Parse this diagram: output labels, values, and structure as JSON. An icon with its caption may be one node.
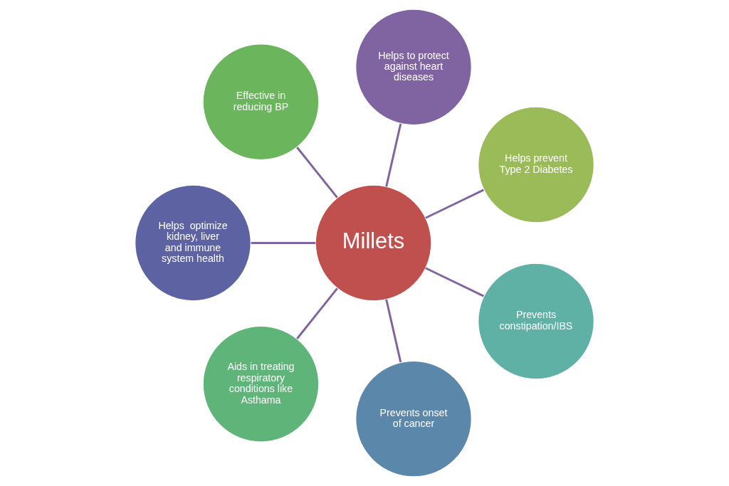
{
  "diagram": {
    "nodes": [
      {
        "text": [
          "Helps prevent Type 2 Diabetes"
        ]
      },
      {
        "text": [
          "Helps to protect against heart diseases"
        ]
      },
      {
        "text": [
          "Effective in reducing BP"
        ]
      },
      {
        "text": [
          "Millets"
        ]
      },
      {
        "text": [
          "Helps  optimize kidney, liver and immune system health"
        ]
      },
      {
        "text": [
          "Aids in treating respiratory conditions like Asthama"
        ]
      },
      {
        "text": [
          "Prevents onset of cancer"
        ]
      },
      {
        "text": [
          "Prevents constipation/IBS"
        ]
      }
    ],
    "edges": [
      {
        "from": 3,
        "to": 0,
        "arrow": "none"
      },
      {
        "from": 3,
        "to": 2,
        "arrow": "none"
      },
      {
        "from": 3,
        "to": 5,
        "arrow": "none"
      },
      {
        "from": 3,
        "to": 7,
        "arrow": "none"
      },
      {
        "from": 3,
        "to": 6,
        "arrow": "none"
      },
      {
        "from": 3,
        "to": 4,
        "arrow": "none"
      },
      {
        "from": 3,
        "to": 1,
        "arrow": "none"
      }
    ]
  }
}
